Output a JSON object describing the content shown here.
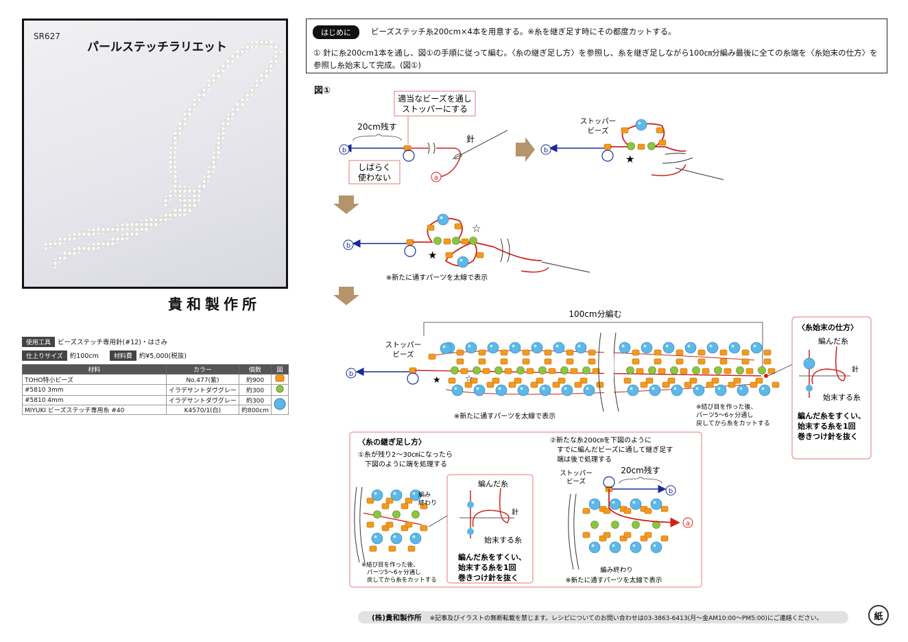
{
  "product": {
    "code": "SR627",
    "title": "パールステッチラリエット",
    "brand": "貴和製作所"
  },
  "tools": {
    "label": "使用工具",
    "value": "ビーズステッチ専用針(#12)・はさみ"
  },
  "size": {
    "label": "仕上りサイズ",
    "value": "約100cm",
    "cost_label": "材料費",
    "cost_value": "約¥5,000(税抜)"
  },
  "materials": {
    "headers": [
      "材料",
      "カラー",
      "個数",
      "図"
    ],
    "rows": [
      {
        "name": "TOHO特小ビーズ",
        "color": "No.477(紫)",
        "qty": "約900",
        "icon": "orange-seed-bead"
      },
      {
        "name": "#5810 3mm",
        "color": "イラデサントダヴグレー",
        "qty": "約300",
        "icon": "green-pearl"
      },
      {
        "name": "#5810 4mm",
        "color": "イラデサントダヴグレー",
        "qty": "約300",
        "icon": "blue-pearl"
      },
      {
        "name": "MIYUKI ビーズステッチ専用糸 #40",
        "color": "K4570/1(白)",
        "qty": "約800cm",
        "icon": ""
      }
    ]
  },
  "intro": {
    "label": "はじめに",
    "line1": "ビーズステッチ糸200cm×4本を用意する。※糸を継ぎ足す時にその都度カットする。",
    "line2": "① 針に糸200cm1本を通し、図①の手順に従って編む。〈糸の継ぎ足し方〉を参照し、糸を継ぎ足しながら100㎝分編み最後に全ての糸端を〈糸始末の仕方〉を参照し糸始末して完成。(図①)"
  },
  "figure": {
    "title": "図①",
    "step1": {
      "stopper_note": [
        "適当なビーズを通し",
        "ストッパーにする"
      ],
      "remain": "20cm残す",
      "needle": "針",
      "unused": [
        "しばらく",
        "使わない"
      ],
      "end_b": "b",
      "end_a": "a"
    },
    "step2": {
      "stopper": [
        "ストッパー",
        "ビーズ"
      ]
    },
    "step3": {
      "note": "※新たに通すパーツを太線で表示"
    },
    "step4": {
      "length": "100cm分編む",
      "stopper": [
        "ストッパー",
        "ビーズ"
      ],
      "note": "※新たに通すパーツを太線で表示",
      "knot_note": [
        "※結び目を作った後、",
        "パーツ5～6ヶ分通し",
        "戻してから糸をカットする"
      ]
    },
    "finishing": {
      "title": "〈糸始末の仕方〉",
      "woven": "編んだ糸",
      "needle": "針",
      "start": "始末する糸",
      "instruction": [
        "編んだ糸をすくい、",
        "始末する糸を1回",
        "巻きつけ針を抜く"
      ]
    },
    "joining": {
      "title": "〈糸の継ぎ足し方〉",
      "step1": [
        "①糸が残り2～30㎝になったら",
        "下図のように端を処理する"
      ],
      "weave_end": [
        "編み",
        "終わり"
      ],
      "knot_note": [
        "※結び目を作った後、",
        "パーツ5～6ヶ分通し",
        "戻してから糸をカットする"
      ],
      "inset": {
        "woven": "編んだ糸",
        "needle": "針",
        "start": "始末する糸",
        "instruction": [
          "編んだ糸をすくい、",
          "始末する糸を1回",
          "巻きつけ針を抜く"
        ]
      },
      "step2": [
        "②新たな糸200㎝を下図のように",
        "すでに編んだビーズに通して継ぎ足す",
        "端は後で処理する"
      ],
      "stopper": [
        "ストッパー",
        "ビーズ"
      ],
      "remain": "20cm残す",
      "weave_end2": "編み終わり",
      "note": "※新たに通すパーツを太線で表示"
    }
  },
  "footer": {
    "company": "(株)貴和製作所",
    "notice": "※記事及びイラストの無断転載を禁じます。レシピについてのお問い合わせは03-3863-6413(月～金AM10:00～PM5:00)にご連絡ください。",
    "recycle": "紙"
  },
  "colors": {
    "orange": "#f39a1e",
    "green": "#8cc63f",
    "blue": "#5bb8e8",
    "red": "#d0201a",
    "navy": "#1a2a9a",
    "pink_border": "#e07a7a",
    "arrow": "#b5946a"
  }
}
